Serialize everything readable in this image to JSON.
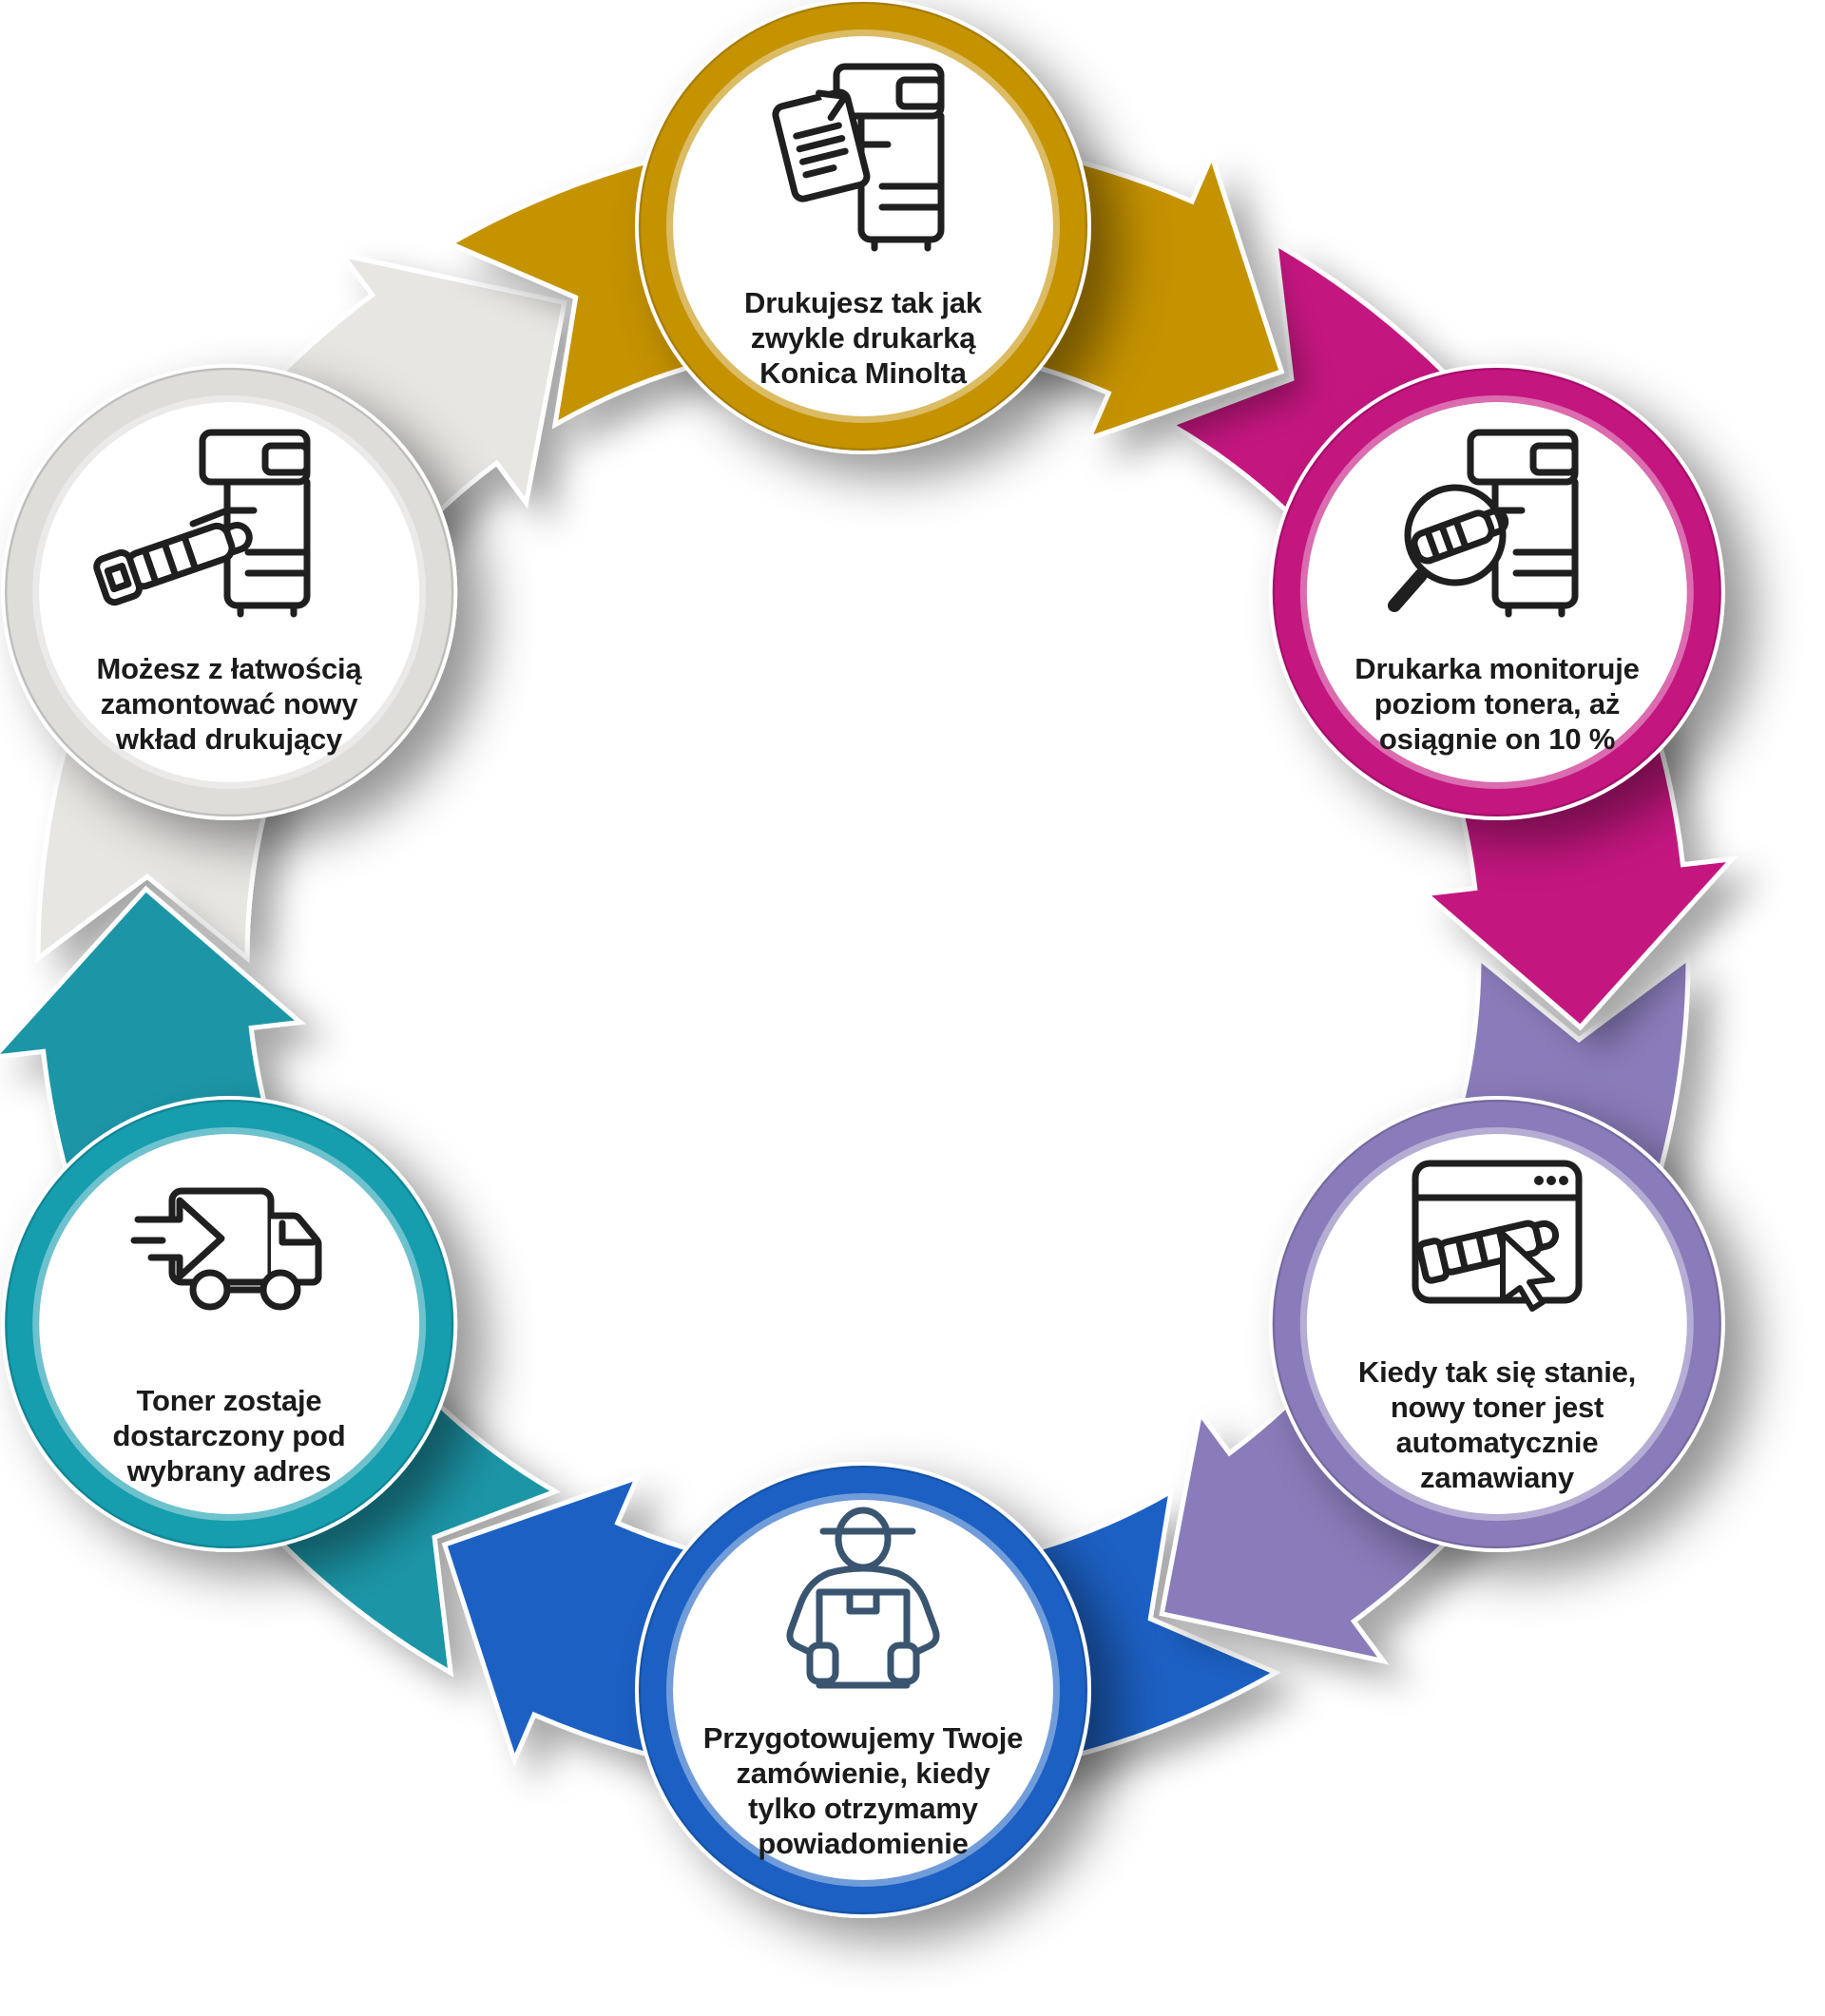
{
  "diagram": {
    "type": "cycle",
    "direction": "clockwise",
    "background": "#FFFFFF",
    "text_color": "#1B1B1B",
    "steps": [
      {
        "label": "Drukujesz tak jak\nzwykle drukarką\nKonica Minolta",
        "icon": "printer-document-icon",
        "ring_color": "#C59206",
        "arrow_color": "#C59206",
        "icon_color": "#1F1F1F"
      },
      {
        "label": "Drukarka monitoruje\npoziom tonera, aż\nosiągnie on 10 %",
        "icon": "toner-magnifier-printer-icon",
        "ring_color": "#C4137F",
        "arrow_color": "#C4137F",
        "icon_color": "#1F1F1F"
      },
      {
        "label": "Kiedy tak się stanie,\nnowy toner jest\nautomatycznie\nzamawiany",
        "icon": "browser-toner-cursor-icon",
        "ring_color": "#8A7BBA",
        "arrow_color": "#8A7BBA",
        "icon_color": "#1F1F1F"
      },
      {
        "label": "Przygotowujemy Twoje\nzamówienie, kiedy\ntylko otrzymamy\npowiadomienie",
        "icon": "courier-box-icon",
        "ring_color": "#1A60C4",
        "arrow_color": "#1A60C4",
        "icon_color": "#3A5570"
      },
      {
        "label": "Toner zostaje\ndostarczony pod\nwybrany adres",
        "icon": "delivery-truck-icon",
        "ring_color": "#149DAE",
        "arrow_color": "#1D96A7",
        "icon_color": "#1F1F1F"
      },
      {
        "label": "Możesz z łatwością\nzamontować nowy\nwkład drukujący",
        "icon": "toner-cartridge-printer-icon",
        "ring_color": "#DFDDDA",
        "arrow_color": "#E7E6E3",
        "icon_color": "#1F1F1F"
      }
    ]
  }
}
